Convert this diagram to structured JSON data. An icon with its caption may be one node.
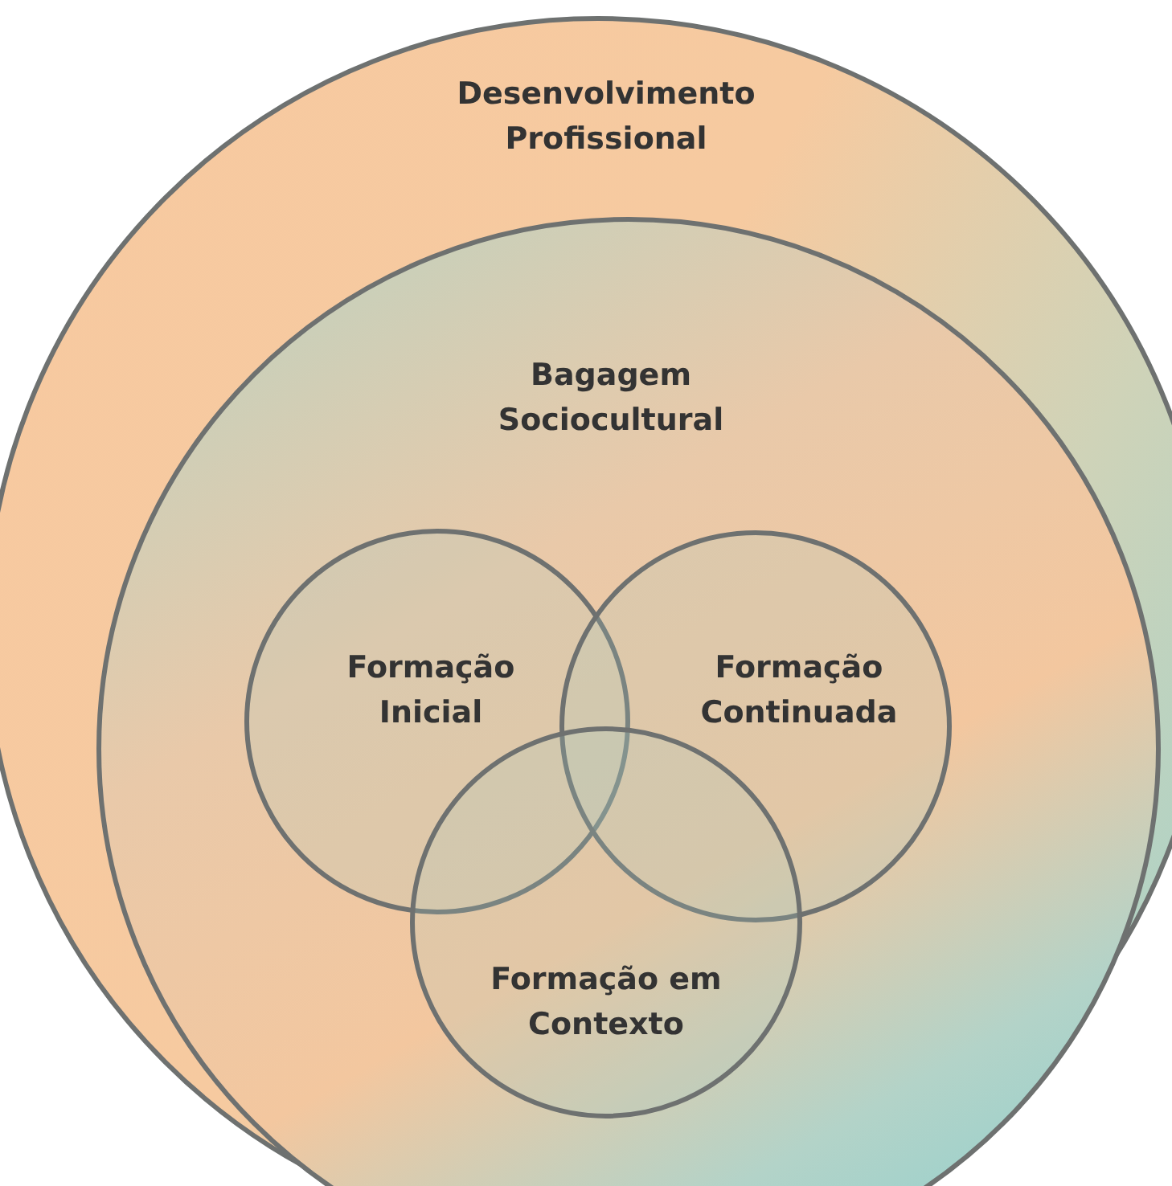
{
  "diagram": {
    "nodes": [
      {
        "text": [
          "Desenvolvimento Profissional"
        ]
      },
      {
        "text": [
          "Bagagem Sociocultural"
        ],
        "in": 0
      },
      {
        "text": [
          "Formação Inicial"
        ],
        "in": 1
      },
      {
        "text": [
          "Formação Continuada"
        ],
        "in": 1
      },
      {
        "text": [
          "Formação em Contexto"
        ],
        "in": 1
      }
    ]
  }
}
